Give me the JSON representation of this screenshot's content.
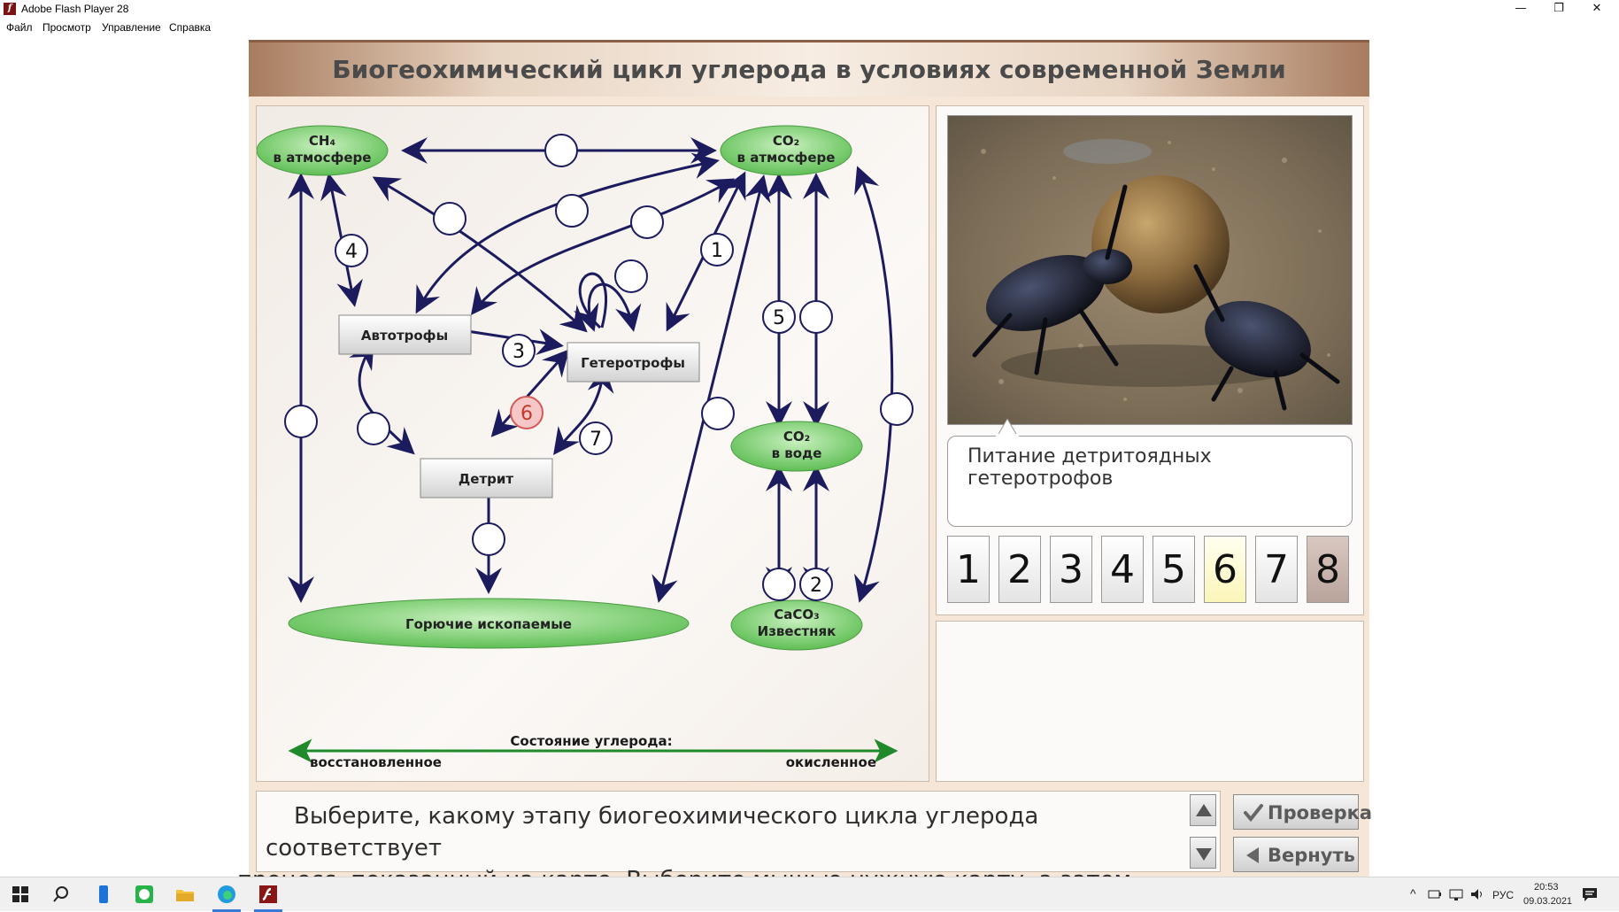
{
  "window": {
    "title": "Adobe Flash Player 28",
    "icon_letter": "f",
    "controls": [
      "—",
      "❐",
      "✕"
    ]
  },
  "menu": [
    "Файл",
    "Просмотр",
    "Управление",
    "Справка"
  ],
  "header": {
    "title": "Биогеохимический цикл углерода в условиях современной Земли"
  },
  "diagram": {
    "nodes": {
      "ch4_atm": {
        "line1": "CH₄",
        "line2": "в атмосфере"
      },
      "co2_atm": {
        "line1": "CO₂",
        "line2": "в атмосфере"
      },
      "autotrophs": "Автотрофы",
      "heterotrophs": "Гетеротрофы",
      "detritus": "Детрит",
      "co2_water": {
        "line1": "CO₂",
        "line2": "в воде"
      },
      "fossil_fuels": "Горючие ископаемые",
      "caco3": {
        "line1": "CaCO₃",
        "line2": "Известняк"
      }
    },
    "numbered_circles": [
      "1",
      "2",
      "3",
      "4",
      "5",
      "6",
      "7"
    ],
    "state_axis": {
      "title": "Состояние углерода:",
      "left": "восстановленное",
      "right": "окисленное"
    },
    "colors": {
      "arrow": "#1b1b5e",
      "ellipse": "#7ccc6e",
      "highlight_circle": "#f6c7c7",
      "state_arrow": "#1f8a2a"
    }
  },
  "photo": {
    "subject": "dung-beetles-rolling-ball"
  },
  "caption": "Питание детритоядных гетеротрофов",
  "cards": [
    "1",
    "2",
    "3",
    "4",
    "5",
    "6",
    "7",
    "8"
  ],
  "selected_card": "6",
  "instruction": {
    "line1": "Выберите, какому этапу биогеохимического цикла углерода соответствует",
    "line2": "процесс, показанный на карте. Выберите мышью нужную карту, а затем"
  },
  "buttons": {
    "check": "Проверка",
    "back": "Вернуть"
  },
  "taskbar": {
    "lang": "РУС",
    "time": "20:53",
    "date": "09.03.2021"
  }
}
